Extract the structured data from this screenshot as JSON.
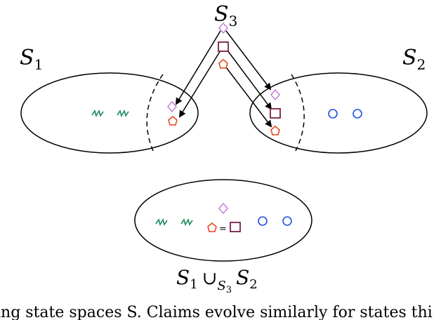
{
  "labels": {
    "s1": {
      "base": "S",
      "sub": "1"
    },
    "s2": {
      "base": "S",
      "sub": "2"
    },
    "s3": {
      "base": "S",
      "sub": "3"
    },
    "union": {
      "a": "S",
      "a_sub": "1",
      "op": "∪",
      "op_sub_base": "S",
      "op_sub": "3",
      "b": "S",
      "b_sub": "2"
    }
  },
  "merged_equals": "=",
  "bottom_caption": "ing state spaces S. Claims evolve similarly for states thi",
  "colors": {
    "green": "#1a8a5a",
    "purple_light": "#c77ddb",
    "maroon": "#7a1f4a",
    "red_orange": "#e84010",
    "blue": "#2050e0",
    "black": "#000000"
  }
}
